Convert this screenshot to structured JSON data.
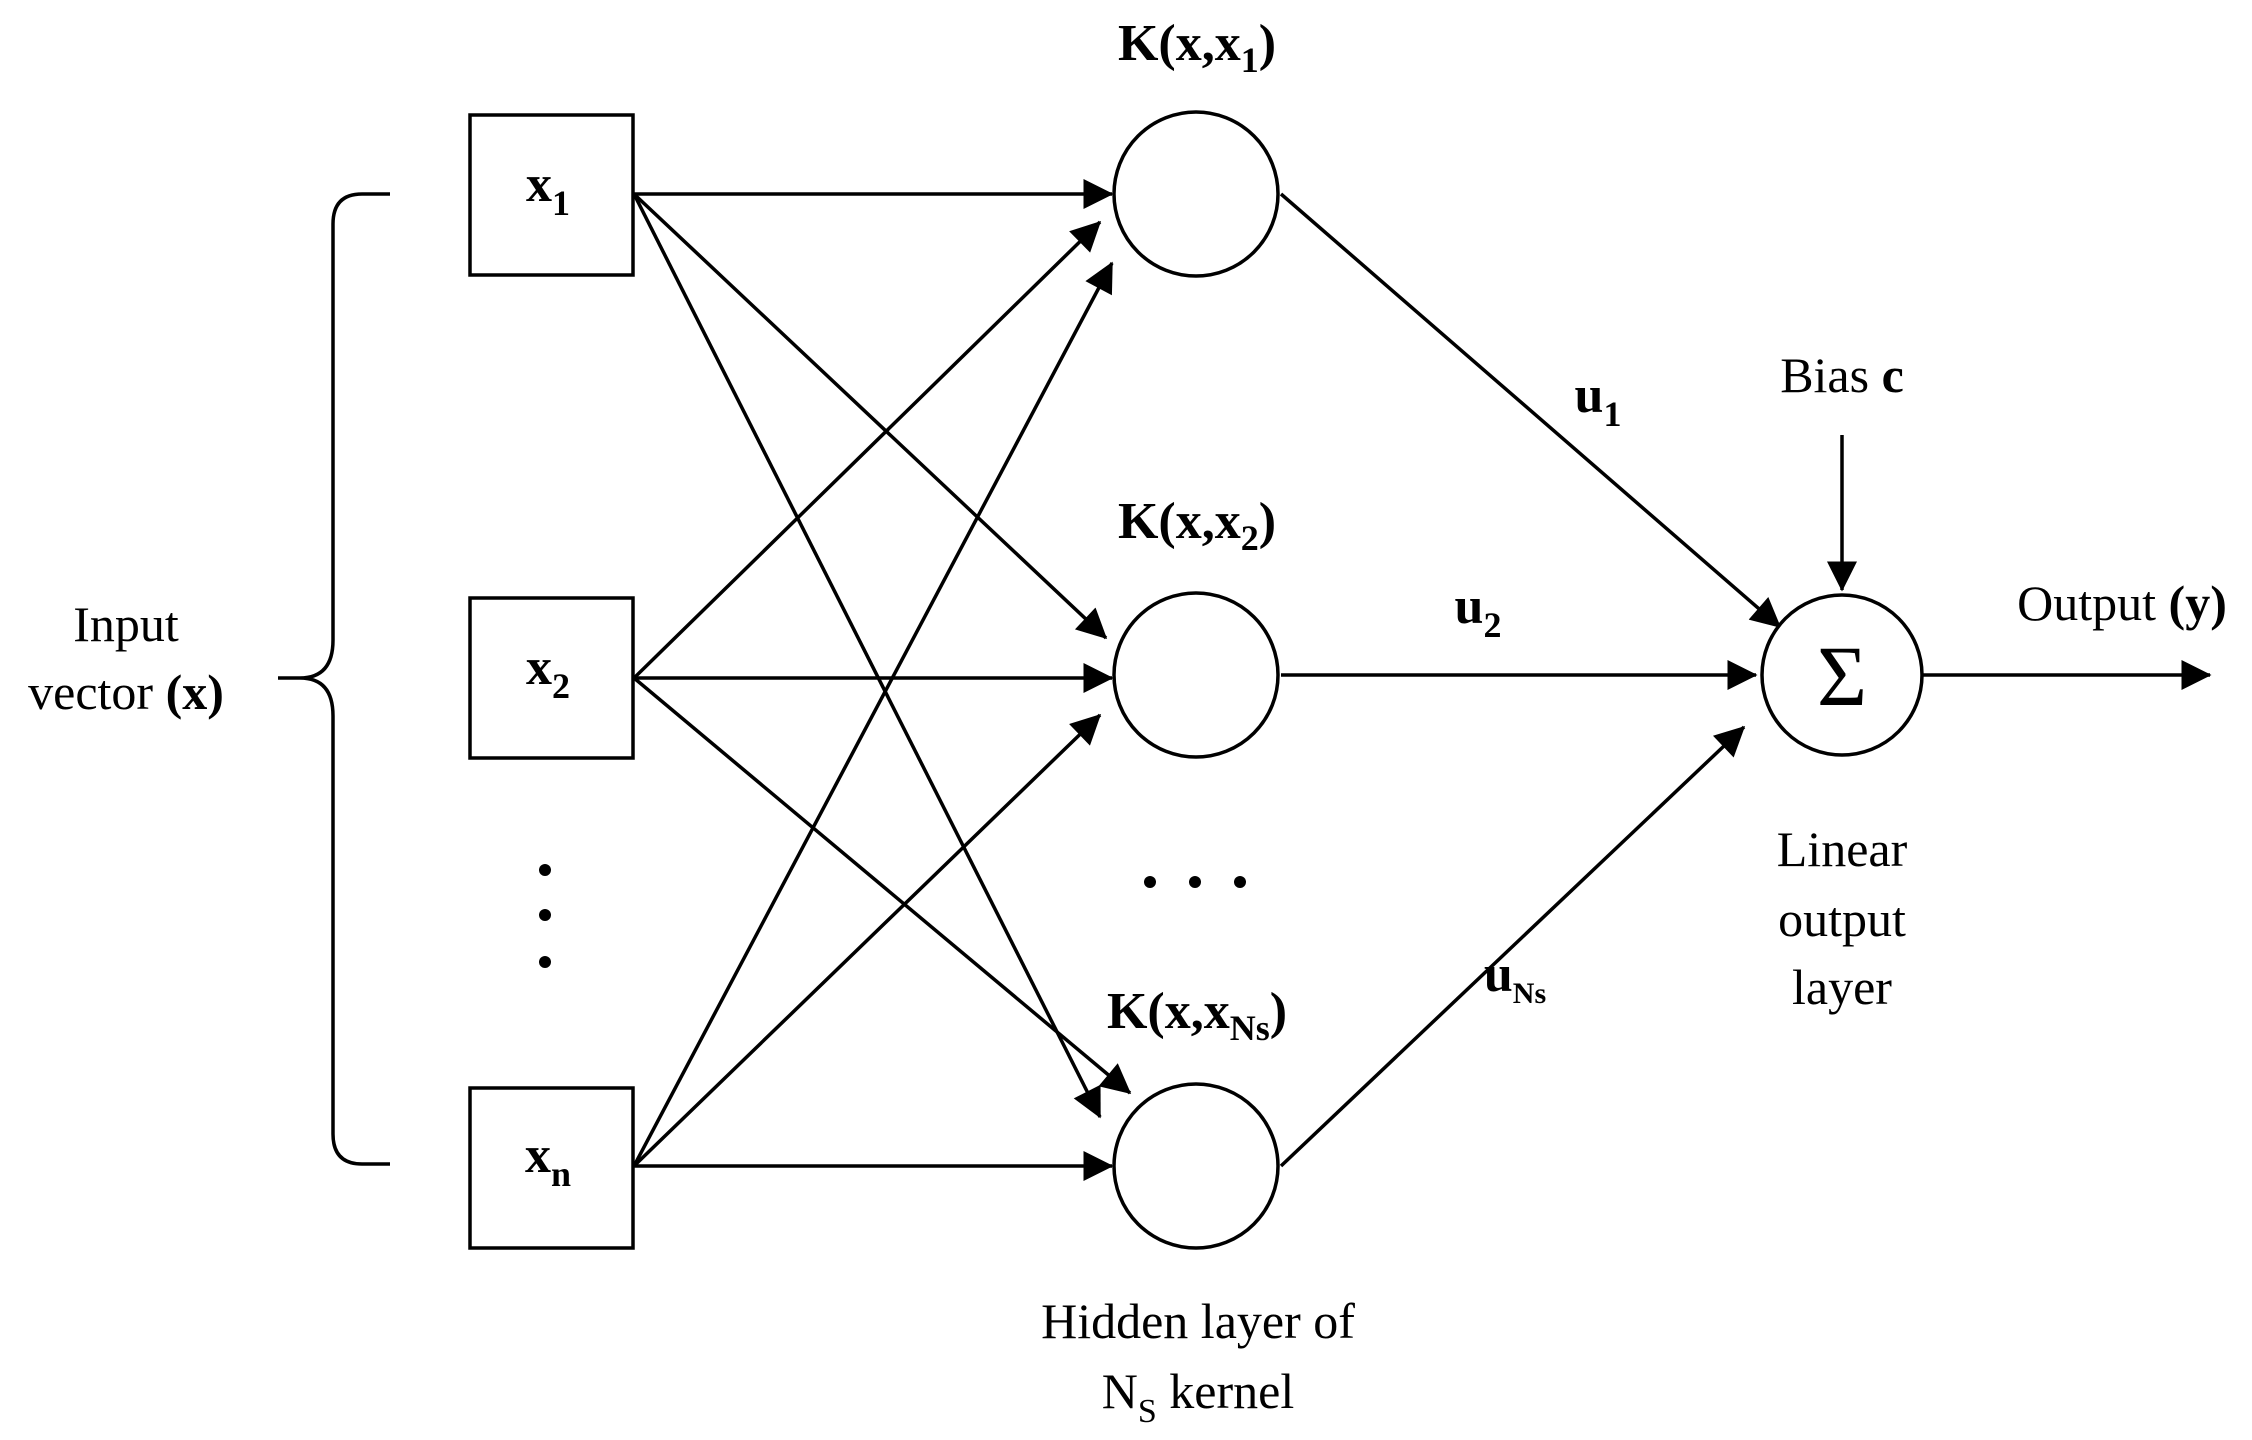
{
  "input": {
    "label_line1": "Input",
    "label_line2_prefix": "vector ",
    "label_line2_bold": "(x)",
    "nodes": [
      {
        "main": "x",
        "sub": "1"
      },
      {
        "main": "x",
        "sub": "2"
      },
      {
        "main": "x",
        "sub": "n"
      }
    ],
    "ellipsis": "⋮"
  },
  "hidden": {
    "kernels": [
      {
        "prefix": "K(x,x",
        "sub": "1",
        "suffix": ")"
      },
      {
        "prefix": "K(x,x",
        "sub": "2",
        "suffix": ")"
      },
      {
        "prefix": "K(x,x",
        "sub": "Ns",
        "suffix": ")"
      }
    ],
    "ellipsis": "• • •",
    "caption_line1": "Hidden layer of",
    "caption_line2_prefix": "N",
    "caption_line2_sub": "S",
    "caption_line2_suffix": " kernel"
  },
  "weights": [
    {
      "main": "u",
      "sub": "1"
    },
    {
      "main": "u",
      "sub": "2"
    },
    {
      "main": "u",
      "sub": "Ns"
    }
  ],
  "output": {
    "sum_symbol": "Σ",
    "bias_prefix": "Bias ",
    "bias_bold": "c",
    "label_prefix": "Output ",
    "label_bold": "(y)",
    "caption_line1": "Linear",
    "caption_line2": "output",
    "caption_line3": "layer"
  }
}
